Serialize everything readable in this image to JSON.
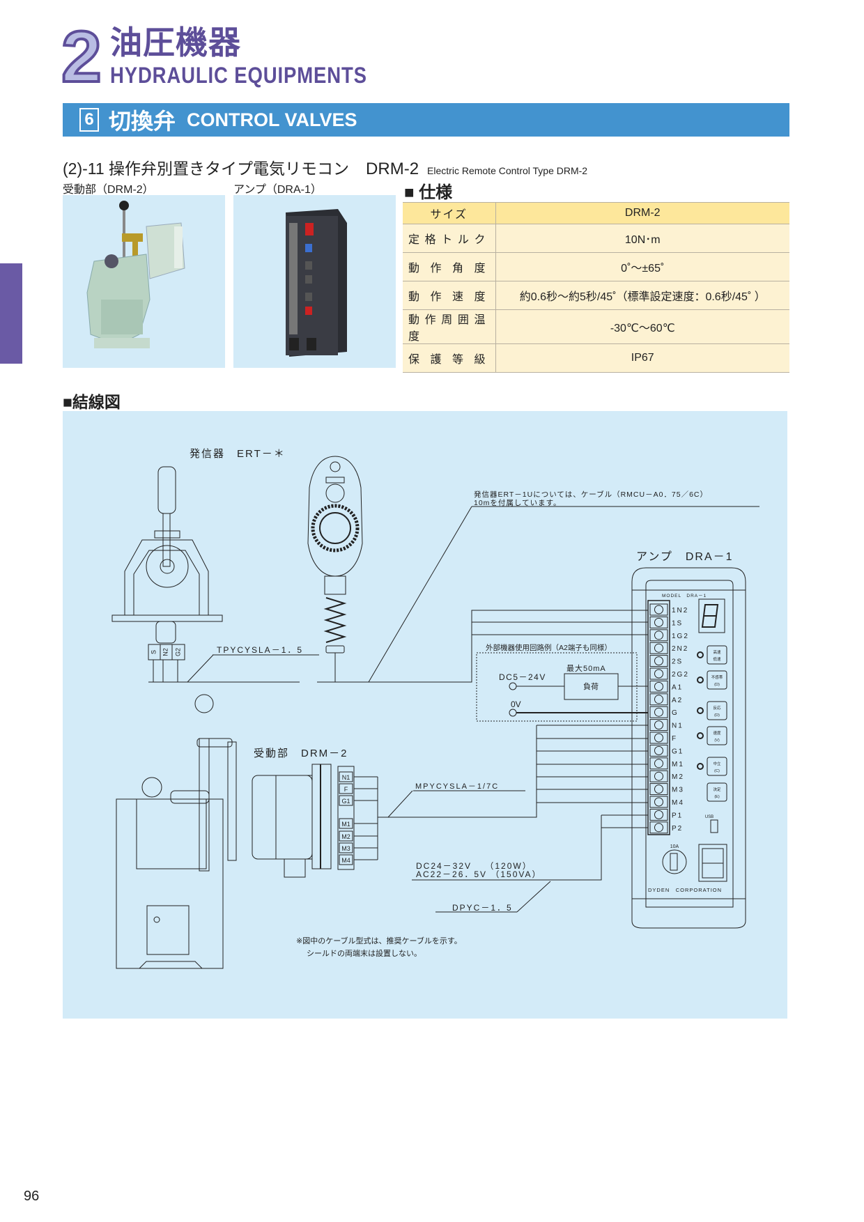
{
  "chapter": {
    "number": "2",
    "title_jp": "油圧機器",
    "title_en": "HYDRAULIC EQUIPMENTS"
  },
  "section": {
    "number": "6",
    "title_jp": "切換弁",
    "title_en": "CONTROL VALVES"
  },
  "subtitle": {
    "jp": "(2)-11 操作弁別置きタイプ電気リモコン",
    "model": "DRM-2",
    "en": "Electric Remote Control Type DRM-2"
  },
  "photos": [
    {
      "label": "受動部（DRM-2）"
    },
    {
      "label": "アンプ（DRA-1）"
    }
  ],
  "spec": {
    "heading": "■ 仕様",
    "header": {
      "label": "サイズ",
      "value": "DRM-2"
    },
    "rows": [
      {
        "label": "定格トルク",
        "value": "10N･m"
      },
      {
        "label": "動作角度",
        "value": "0˚～±65˚"
      },
      {
        "label": "動作速度",
        "value": "約0.6秒～約5秒/45˚（標準設定速度：0.6秒/45˚ ）"
      },
      {
        "label": "動作周囲温度",
        "value": "-30℃～60℃"
      },
      {
        "label": "保護等級",
        "value": "IP67"
      }
    ]
  },
  "wiring": {
    "heading": "■結線図",
    "transmitter_label": "発信器　ERT－＊",
    "transmitter_terminals": [
      "S",
      "N2",
      "G2"
    ],
    "cable_tpy": "TPYCYSLA－1．5",
    "note_ert_line1": "発信器ERT－1Uについては、ケーブル（RMCU－A0．75／6C）",
    "note_ert_line2": "10mを付属しています。",
    "amp_label": "アンプ　DRA－1",
    "amp_model": "MODEL　DRA－1",
    "amp_terminals": [
      "1N2",
      "1S",
      "1G2",
      "2N2",
      "2S",
      "2G2",
      "A1",
      "A2",
      "G",
      "N1",
      "F",
      "G1",
      "M1",
      "M2",
      "M3",
      "M4",
      "P1",
      "P2"
    ],
    "amp_buttons": [
      {
        "line1": "高速",
        "line2": "低速"
      },
      {
        "line1": "不感帯",
        "line2": "(D)"
      },
      {
        "line1": "反応",
        "line2": "(D)"
      },
      {
        "line1": "速度",
        "line2": "(V)"
      },
      {
        "line1": "中立",
        "line2": "(C)"
      },
      {
        "line1": "決定",
        "line2": "(E)"
      }
    ],
    "amp_usb": "USB",
    "amp_fuse": "10A",
    "amp_maker": "DYDEN　CORPORATION",
    "ext_title": "外部機器使用回路例（A2端子も同様）",
    "ext_dc": "DC5－24V",
    "ext_max": "最大50mA",
    "ext_load": "負荷",
    "ext_0v": "0V",
    "receiver_label": "受動部　DRM－2",
    "receiver_terminals": [
      "N1",
      "F",
      "G1",
      "M1",
      "M2",
      "M3",
      "M4"
    ],
    "cable_mpy": "MPYCYSLA－1/7C",
    "power_line1": "DC24－32V　 （120W）",
    "power_line2": "AC22－26．5V （150VA）",
    "cable_dpyc": "DPYC－1．5",
    "footnote_line1": "※図中のケーブル型式は、推奨ケーブルを示す。",
    "footnote_line2": "シールドの両端末は設置しない。"
  },
  "page_number": "96",
  "colors": {
    "purple": "#5d4e99",
    "section_blue": "#4393cf",
    "diagram_bg": "#d3ebf8",
    "table_header": "#fde79b",
    "table_body": "#fdf2d2"
  }
}
